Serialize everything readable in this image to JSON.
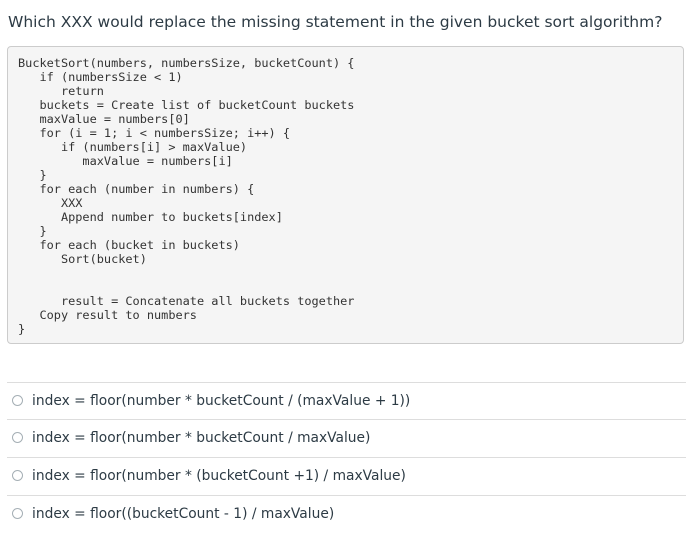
{
  "question": {
    "text": "Which XXX would replace the missing statement in the given bucket sort algorithm?"
  },
  "code": {
    "lines": [
      "BucketSort(numbers, numbersSize, bucketCount) {",
      "   if (numbersSize < 1)",
      "      return",
      "   buckets = Create list of bucketCount buckets",
      "   maxValue = numbers[0]",
      "   for (i = 1; i < numbersSize; i++) {",
      "      if (numbers[i] > maxValue)",
      "         maxValue = numbers[i]",
      "   }",
      "   for each (number in numbers) {",
      "      XXX",
      "      Append number to buckets[index]",
      "   }",
      "   for each (bucket in buckets)",
      "      Sort(bucket)",
      "",
      "      result = Concatenate all buckets together",
      "   Copy result to numbers",
      "}"
    ]
  },
  "answers": [
    {
      "label": "index = floor(number * bucketCount / (maxValue + 1))",
      "selected": false
    },
    {
      "label": "index = floor(number * bucketCount / maxValue)",
      "selected": false
    },
    {
      "label": "index = floor(number * (bucketCount +1) / maxValue)",
      "selected": false
    },
    {
      "label": "index = floor((bucketCount - 1) / maxValue)",
      "selected": false
    }
  ]
}
